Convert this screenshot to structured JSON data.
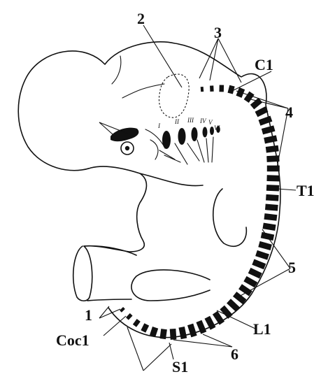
{
  "labels": {
    "l1": "1",
    "l2": "2",
    "l3": "3",
    "l4": "4",
    "l5": "5",
    "l6": "6",
    "c1": "C1",
    "t1": "T1",
    "l1_lumbar": "L1",
    "s1": "S1",
    "coc1": "Coc1"
  },
  "arches": [
    "I",
    "II",
    "III",
    "IV",
    "V",
    "VI"
  ],
  "somite_count": 42
}
